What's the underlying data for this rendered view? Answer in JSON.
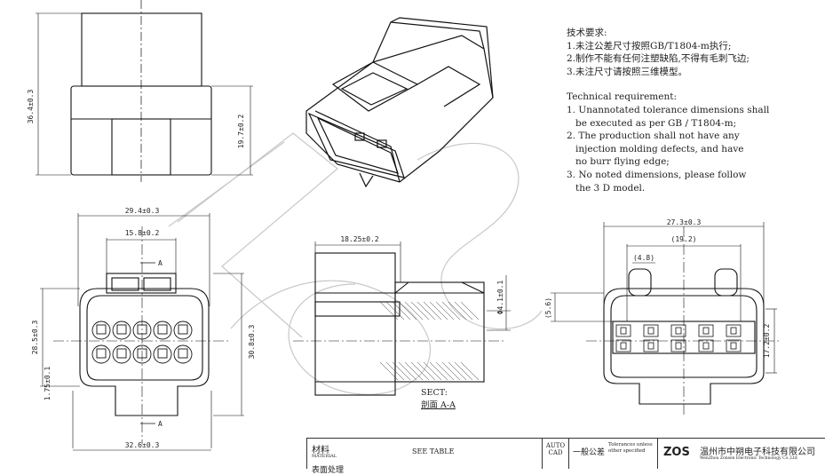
{
  "technical_notes": {
    "cn_title": "技术要求:",
    "cn_items": [
      "1.未注公差尺寸按照GB/T1804-m执行;",
      "2.制作不能有任何注塑缺陷,不得有毛刺飞边;",
      "3.未注尺寸请按照三维模型。"
    ],
    "en_title": "Technical requirement:",
    "en_items": [
      "1. Unannotated tolerance dimensions shall",
      "   be executed as per GB / T1804-m;",
      "2. The production shall not have any",
      "   injection molding defects, and have",
      "   no burr flying edge;",
      "3. No noted dimensions, please follow",
      "   the 3 D model."
    ]
  },
  "dimensions": {
    "side_height": "36.4±0.3",
    "side_inner": "19.7±0.2",
    "front_width": "29.4±0.3",
    "front_inner_width": "15.8±0.2",
    "front_height": "28.5±0.3",
    "front_total_height": "30.8±0.3",
    "front_base_width": "32.6±0.3",
    "front_small": "1.75±0.1",
    "section_width": "18.25±0.2",
    "section_dia": "Φ4.1±0.1",
    "rear_width": "27.3±0.3",
    "rear_inner": "(19.2)",
    "rear_pitch": "(4.8)",
    "rear_side": "(5.6)",
    "rear_height": "17.2±0.2"
  },
  "section": {
    "marker": "A",
    "label_en": "SECT:",
    "label_cn": "剖面  A-A"
  },
  "title_block": {
    "material_cn": "材料",
    "material_en": "MATERIAL",
    "see_table": "SEE TABLE",
    "auto": "AUTO",
    "cad": "CAD",
    "tolerance_cn": "一般公差",
    "tolerance_en1": "Tolerances unless",
    "tolerance_en2": "other specified",
    "logo": "ZOS",
    "company_cn": "温州市中朔电子科技有限公司",
    "company_en": "WenZhou Zonsen Electronic Technology Co.,Ltd",
    "row2_cn": "表面处理"
  }
}
